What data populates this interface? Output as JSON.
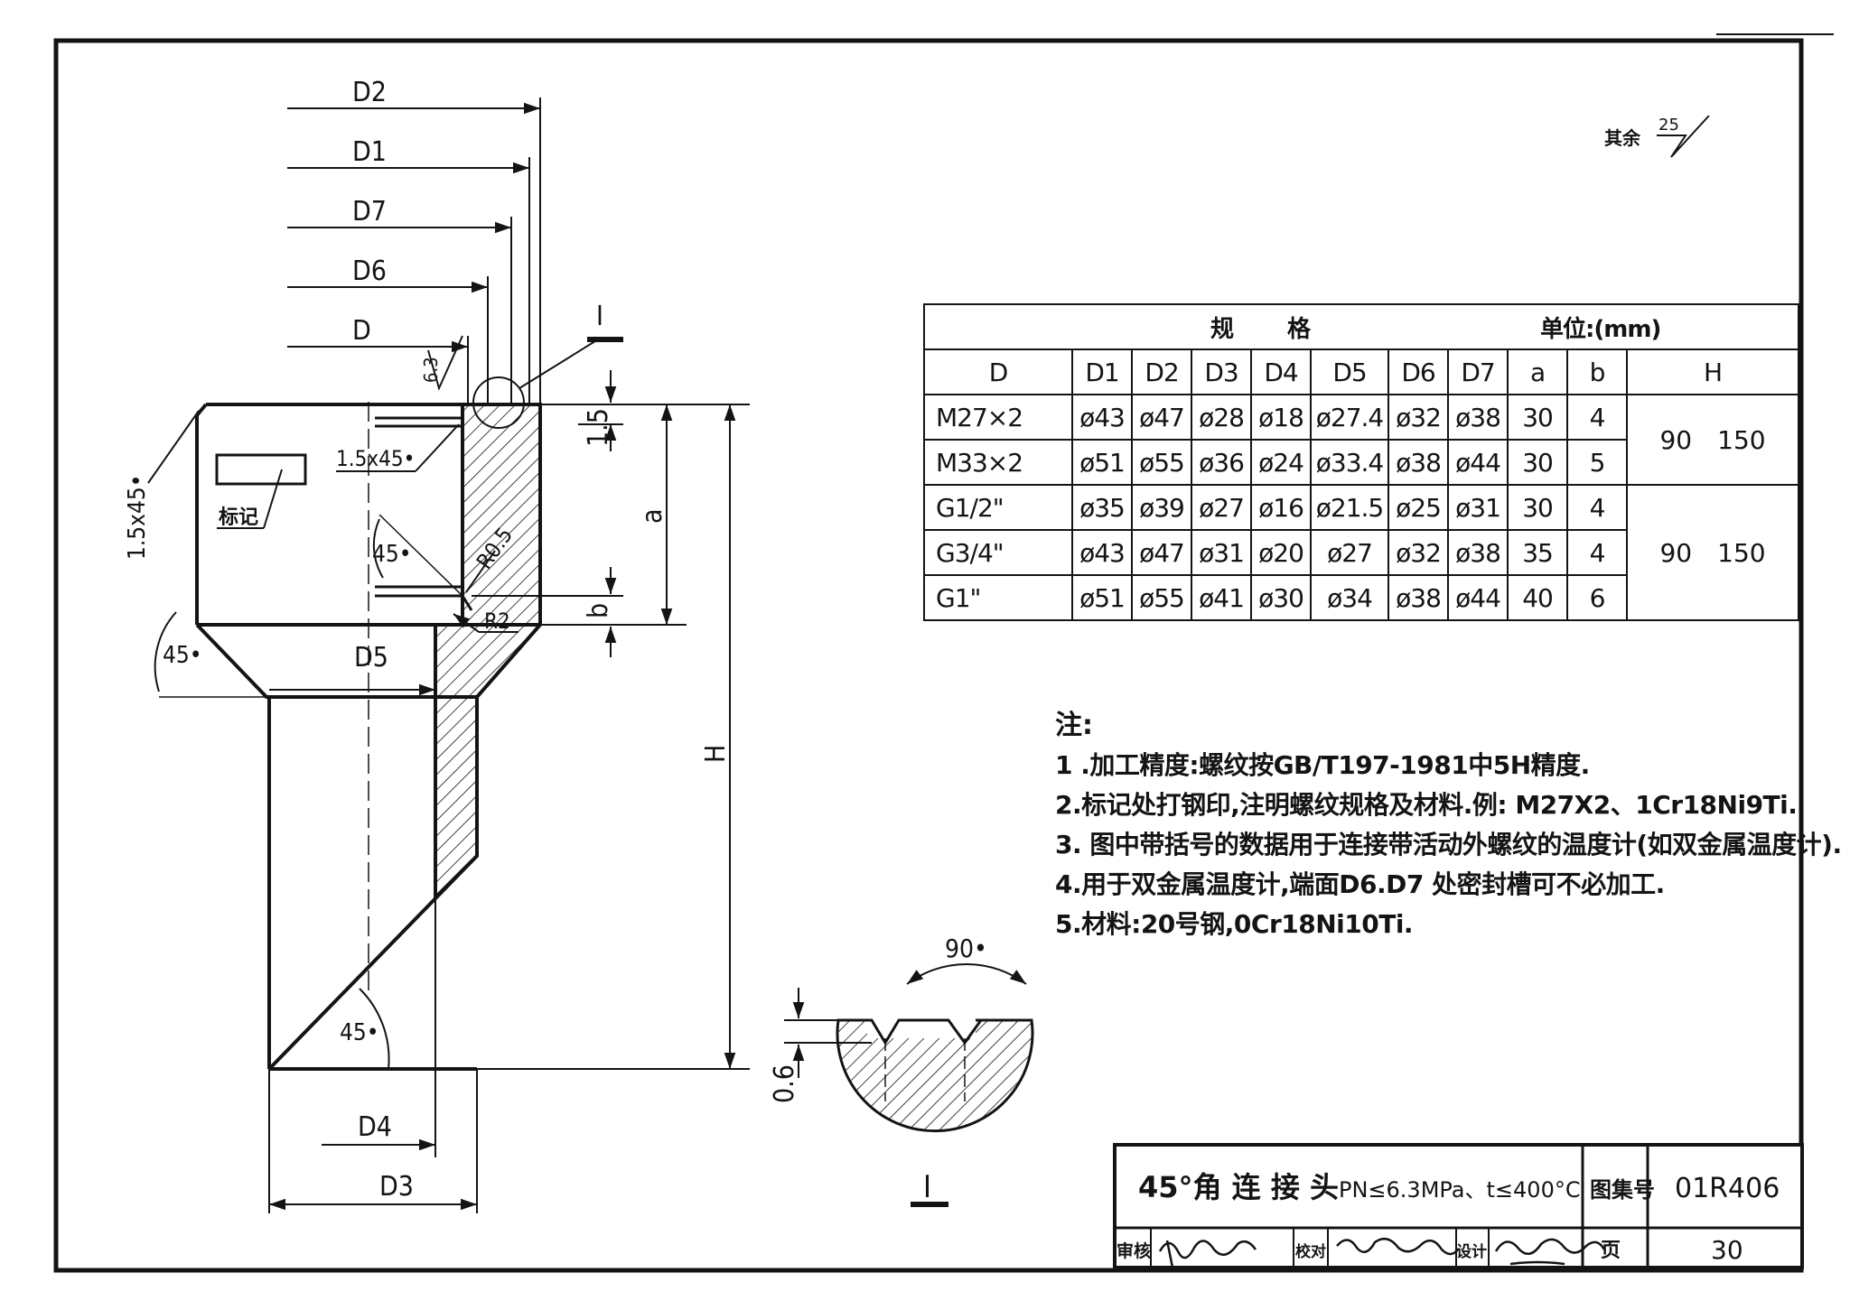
{
  "drawing": {
    "dimensions": [
      "D2",
      "D1",
      "D7",
      "D6",
      "D",
      "D5",
      "D4",
      "D3"
    ],
    "chamfer_labels": [
      "1.5x45•",
      "1.5x45•"
    ],
    "angle_labels": [
      "45•",
      "45•",
      "45•",
      "90•"
    ],
    "radius_labels": [
      "R0.5",
      "R2"
    ],
    "roughness_mark": "6.3",
    "mark_label": "标记",
    "section_label": "I",
    "dim_a": "a",
    "dim_b": "b",
    "dim_h": "H",
    "dim_1_5": "1.5",
    "detail_depth": "0.6"
  },
  "roughness_note": {
    "text": "其余",
    "value": "25"
  },
  "table": {
    "title_left": "规",
    "title_mid": "格",
    "unit": "单位:(mm)",
    "headers": [
      "D",
      "D1",
      "D2",
      "D3",
      "D4",
      "D5",
      "D6",
      "D7",
      "a",
      "b",
      "H"
    ],
    "rows": [
      [
        "M27×2",
        "ø43",
        "ø47",
        "ø28",
        "ø18",
        "ø27.4",
        "ø32",
        "ø38",
        "30",
        "4"
      ],
      [
        "M33×2",
        "ø51",
        "ø55",
        "ø36",
        "ø24",
        "ø33.4",
        "ø38",
        "ø44",
        "30",
        "5"
      ],
      [
        "G1/2\"",
        "ø35",
        "ø39",
        "ø27",
        "ø16",
        "ø21.5",
        "ø25",
        "ø31",
        "30",
        "4"
      ],
      [
        "G3/4\"",
        "ø43",
        "ø47",
        "ø31",
        "ø20",
        "ø27",
        "ø32",
        "ø38",
        "35",
        "4"
      ],
      [
        "G1\"",
        "ø51",
        "ø55",
        "ø41",
        "ø30",
        "ø34",
        "ø38",
        "ø44",
        "40",
        "6"
      ]
    ],
    "h_groups": [
      {
        "a": "90",
        "b": "150"
      },
      {
        "a": "90",
        "b": "150"
      }
    ]
  },
  "notes": {
    "title": "注:",
    "items": [
      "1 .加工精度:螺纹按GB/T197-1981中5H精度.",
      "2.标记处打钢印,注明螺纹规格及材料.例: M27X2、1Cr18Ni9Ti.",
      "3. 图中带括号的数据用于连接带活动外螺纹的温度计(如双金属温度计).",
      "4.用于双金属温度计,端面D6.D7 处密封槽可不必加工.",
      "5.材料:20号钢,0Cr18Ni10Ti."
    ]
  },
  "title_block": {
    "name": "45°角 连 接 头",
    "spec": "PN≤6.3MPa、t≤400°C",
    "atlas_label": "图集号",
    "atlas_no": "01R406",
    "review_label": "审核",
    "check_label": "校对",
    "design_label": "设计",
    "page_label": "页",
    "page_no": "30"
  }
}
